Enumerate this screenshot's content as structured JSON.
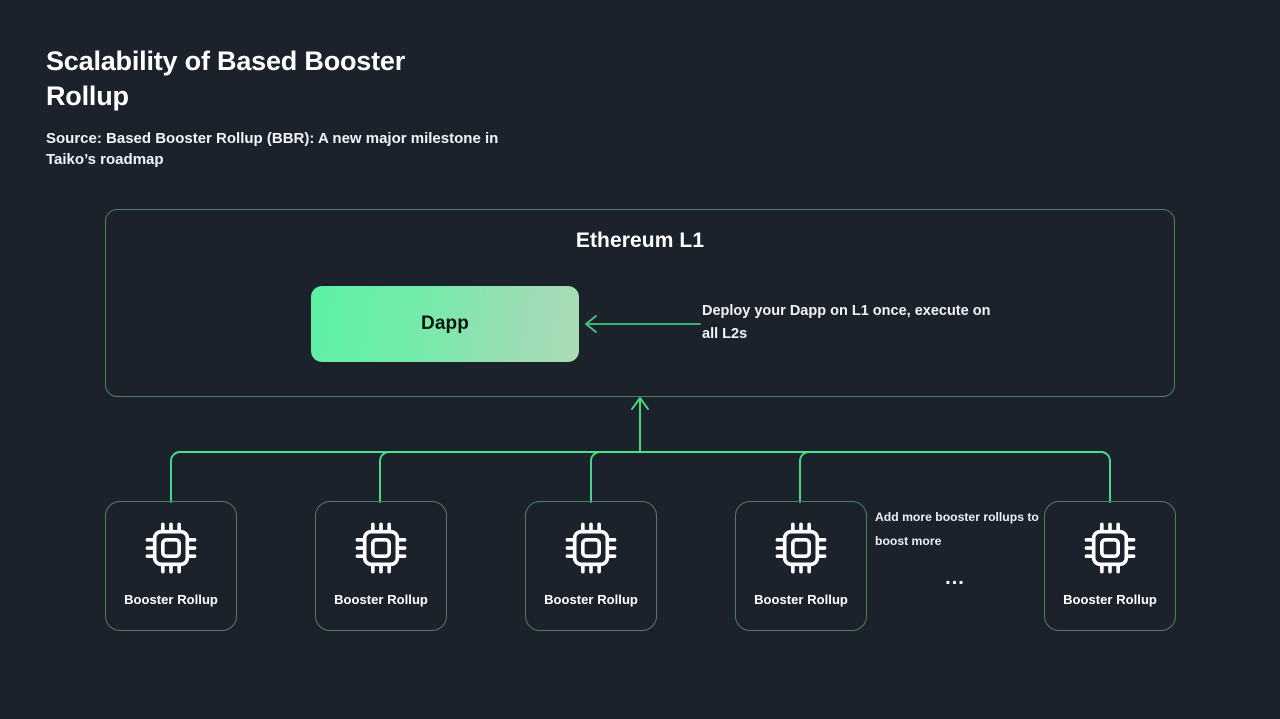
{
  "header": {
    "title": "Scalability of Based Booster Rollup",
    "source": "Source: Based Booster Rollup (BBR): A new major milestone in Taiko’s roadmap"
  },
  "diagram": {
    "l1": {
      "title": "Ethereum L1",
      "dapp_label": "Dapp",
      "dapp_annotation": "Deploy your Dapp on L1 once, execute on all L2s",
      "arrow_icon": "arrow-left-icon"
    },
    "rollups": [
      {
        "label": "Booster Rollup",
        "icon": "chip-icon"
      },
      {
        "label": "Booster Rollup",
        "icon": "chip-icon"
      },
      {
        "label": "Booster Rollup",
        "icon": "chip-icon"
      },
      {
        "label": "Booster Rollup",
        "icon": "chip-icon"
      },
      {
        "label": "Booster Rollup",
        "icon": "chip-icon"
      }
    ],
    "more_note": "Add more booster rollups to boost more",
    "ellipsis": "...",
    "connector_icon": "arrow-up-icon"
  },
  "colors": {
    "background": "#1b222c",
    "border_green": "#4e7f63",
    "line_green": "#4ae08a",
    "dapp_gradient_start": "#5df0a4",
    "dapp_gradient_end": "#a9dcb7",
    "text_primary": "#ffffff"
  }
}
